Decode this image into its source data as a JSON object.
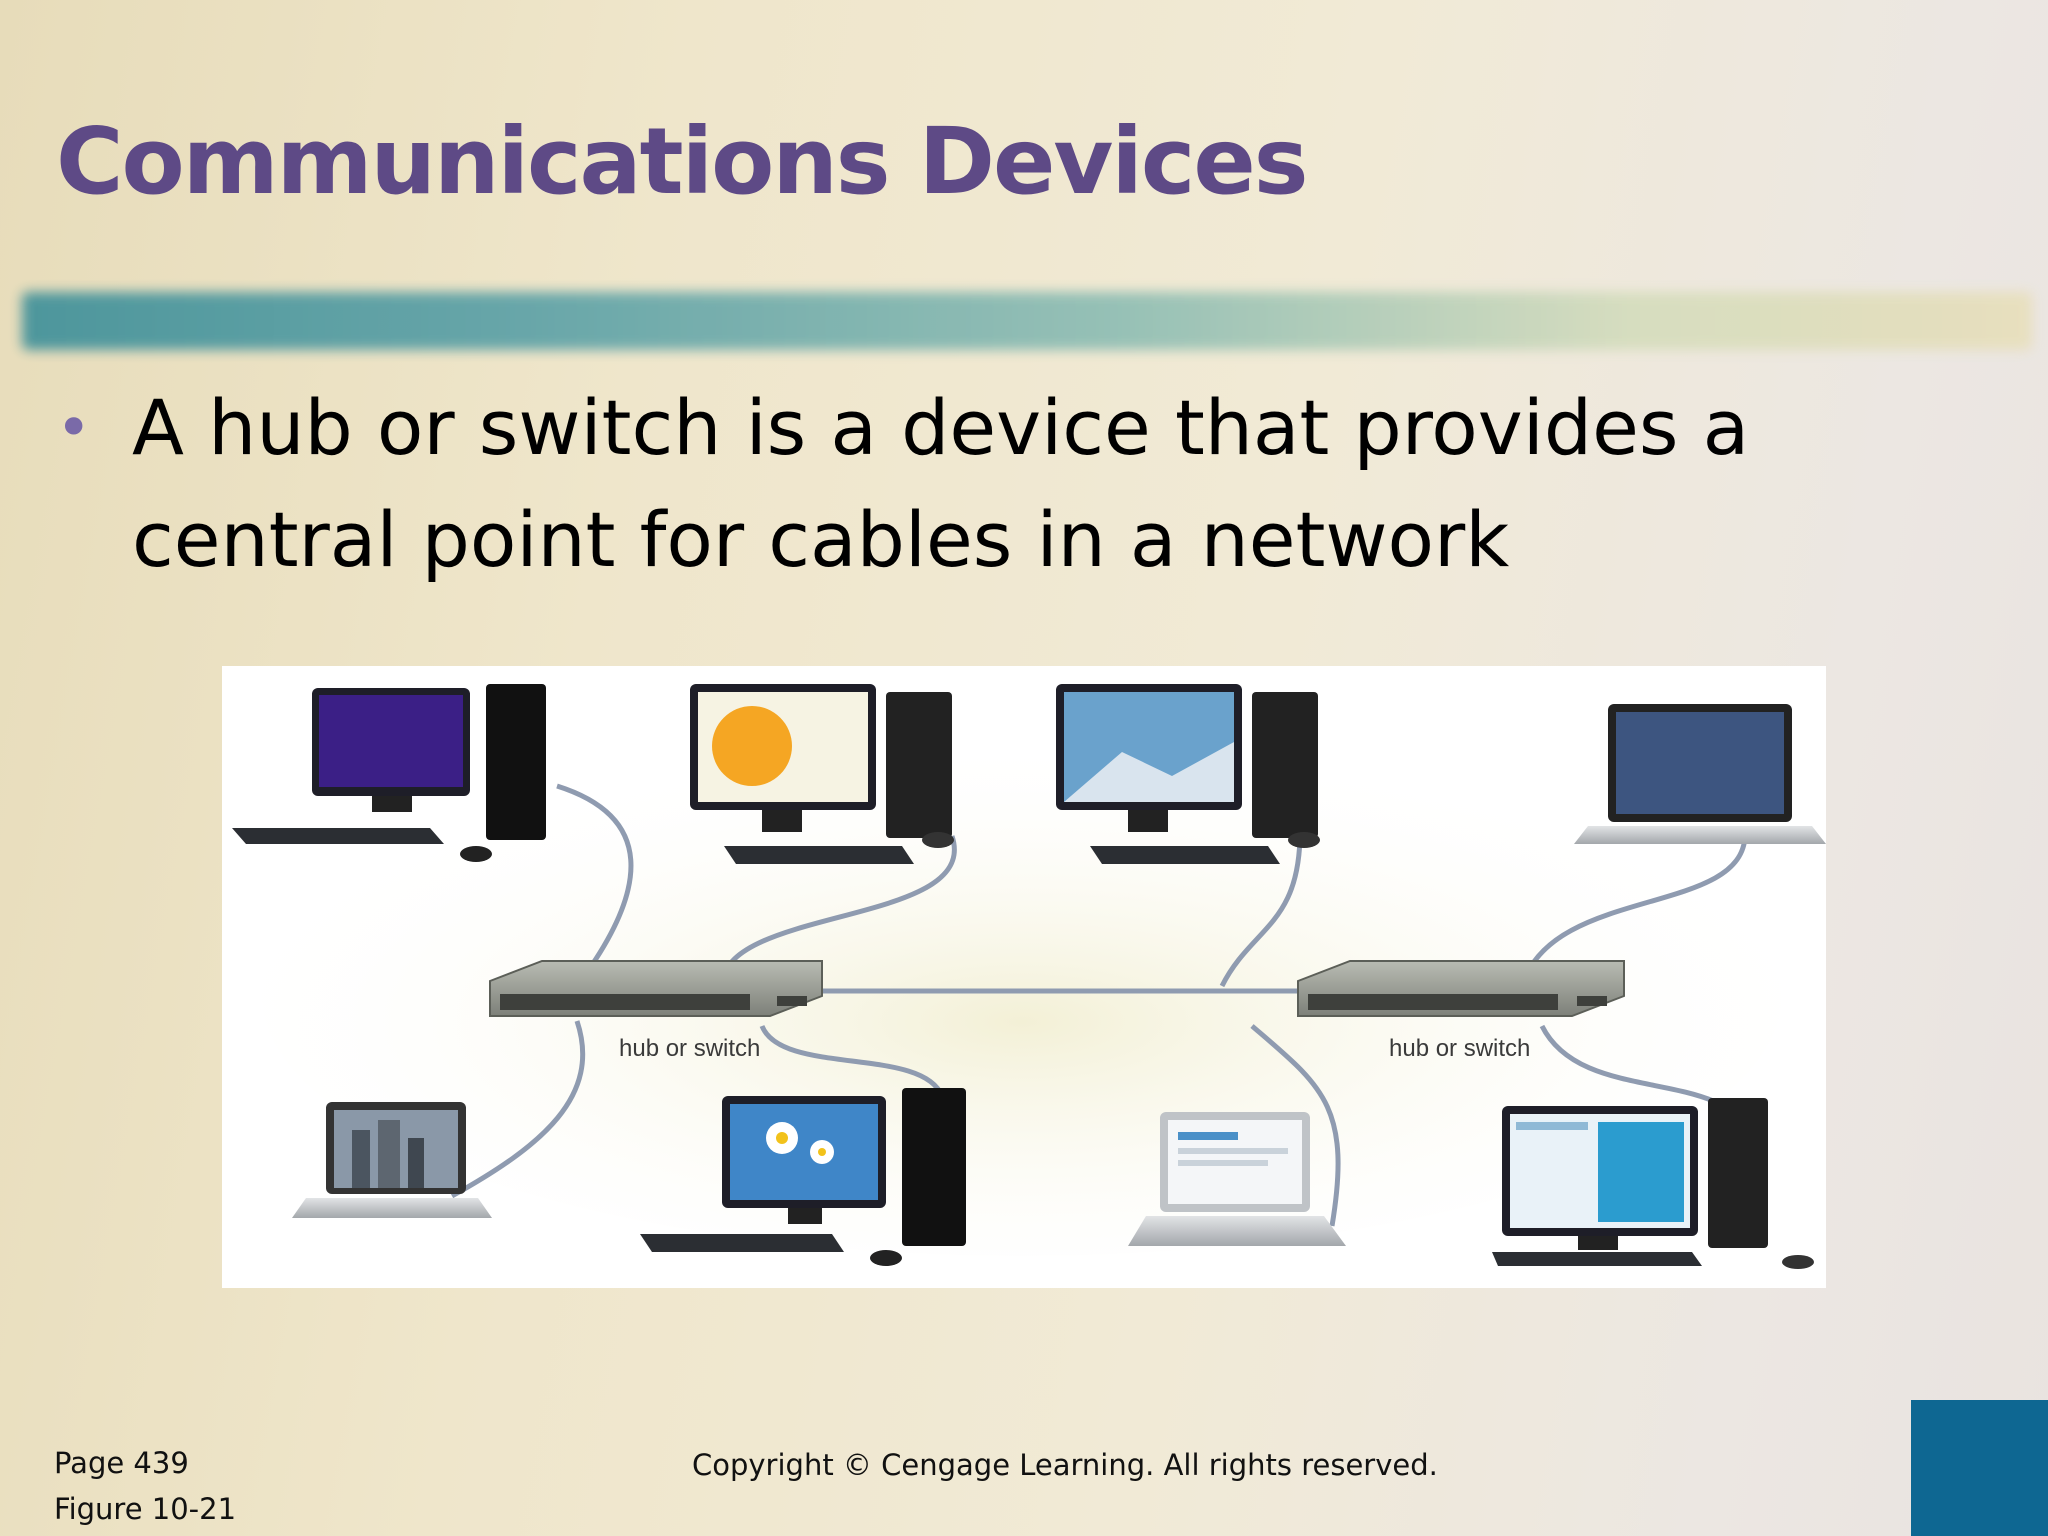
{
  "slide": {
    "title": "Communications Devices",
    "bullet": "A hub or switch is a device that provides a central point for cables in a network",
    "figure": {
      "switch_left_label": "hub or switch",
      "switch_right_label": "hub or switch"
    },
    "footer": {
      "page": "Page 439",
      "figure_ref": "Figure 10-21",
      "copyright": "Copyright © Cengage Learning. All rights reserved."
    },
    "colors": {
      "title": "#5e4a86",
      "accent_block": "#0e6792",
      "bullet_dot": "#7a6aa8"
    }
  }
}
